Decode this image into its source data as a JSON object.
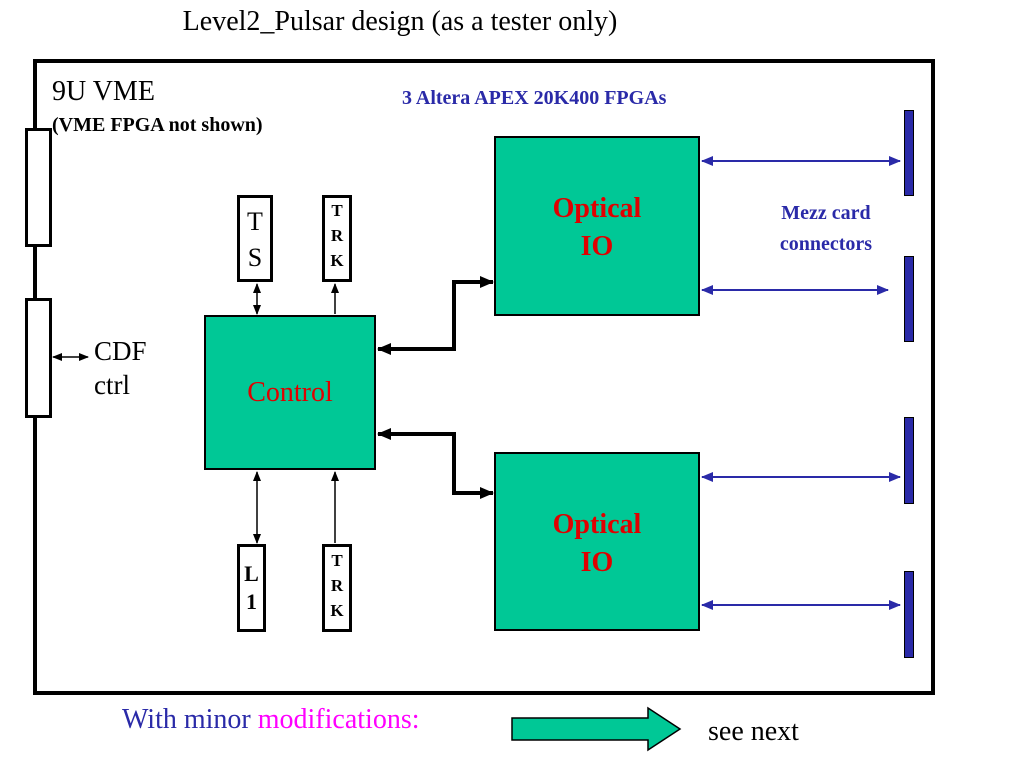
{
  "title": "Level2_Pulsar  design (as a tester only)",
  "board": {
    "label": "9U VME",
    "sublabel": "(VME FPGA not shown)",
    "fpga_note": "3 Altera APEX 20K400 FPGAs",
    "mezz_note": "Mezz card connectors"
  },
  "cdf": {
    "line1": "CDF",
    "line2": "ctrl"
  },
  "control": {
    "label": "Control"
  },
  "optical_top": {
    "line1": "Optical",
    "line2": "IO"
  },
  "optical_bottom": {
    "line1": "Optical",
    "line2": "IO"
  },
  "inputs": {
    "ts": [
      "T",
      "S"
    ],
    "trk_top": [
      "T",
      "R",
      "K"
    ],
    "l1": [
      "L",
      "1"
    ],
    "trk_bottom": [
      "T",
      "R",
      "K"
    ]
  },
  "footer": {
    "with_minor": "With minor",
    "modifications": "modifications:",
    "see_next": "see next"
  },
  "colors": {
    "fpga_fill": "#00c896",
    "label_red": "#e00000",
    "link_blue": "#2a2aa8",
    "magenta": "#ff00ff"
  }
}
